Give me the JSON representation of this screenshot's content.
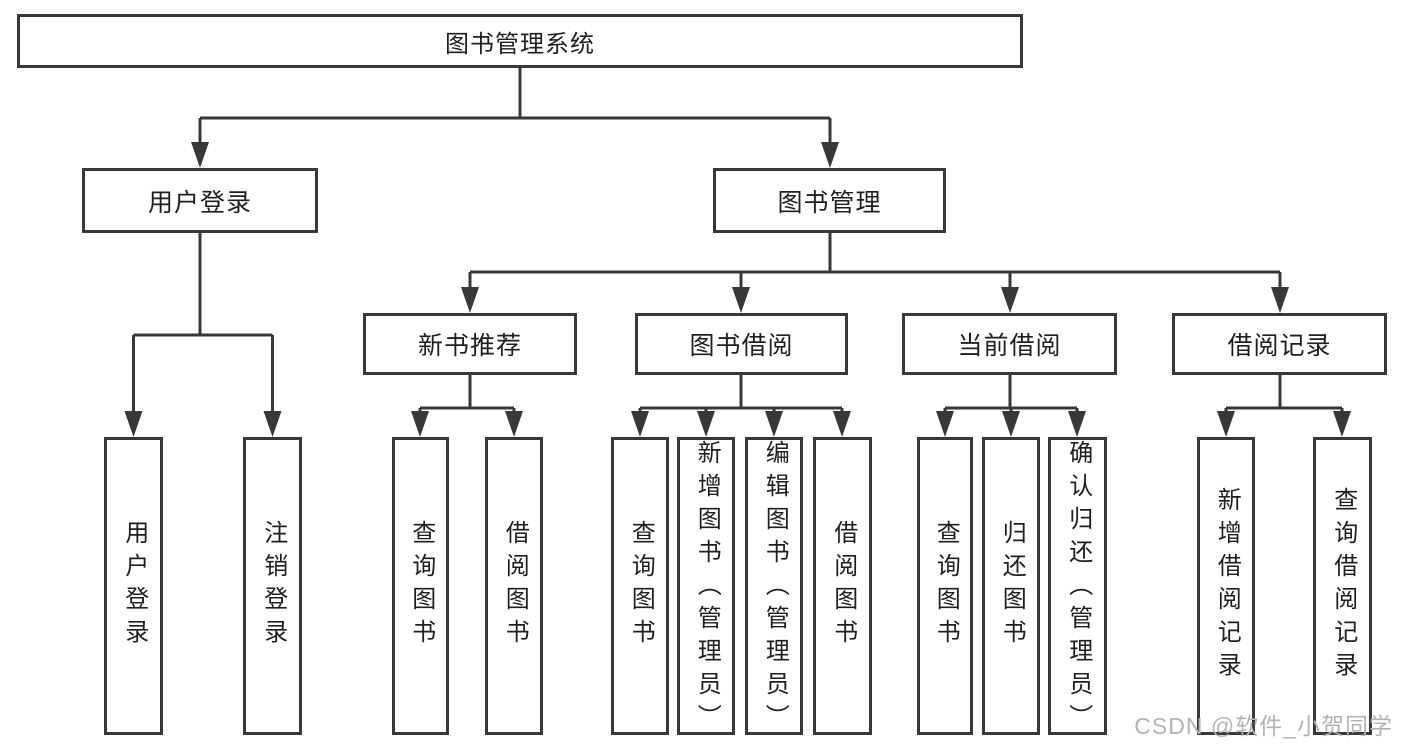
{
  "colors": {
    "line": "#383838",
    "border": "#383838",
    "text": "#1f1f1f",
    "watermark": "#b3b3b3",
    "background": "#ffffff"
  },
  "root": {
    "label": "图书管理系统"
  },
  "level2": {
    "user_login": {
      "label": "用户登录"
    },
    "book_management": {
      "label": "图书管理"
    }
  },
  "level3": {
    "new_book_recommend": {
      "label": "新书推荐"
    },
    "book_borrow": {
      "label": "图书借阅"
    },
    "current_borrow": {
      "label": "当前借阅"
    },
    "borrow_records": {
      "label": "借阅记录"
    }
  },
  "leaves": {
    "user_login": [
      "用户登录",
      "注销登录"
    ],
    "new_book_recommend": [
      "查询图书",
      "借阅图书"
    ],
    "book_borrow": [
      "查询图书",
      "新增图书（管理员）",
      "编辑图书（管理员）",
      "借阅图书"
    ],
    "current_borrow": [
      "查询图书",
      "归还图书",
      "确认归还（管理员）"
    ],
    "borrow_records": [
      "新增借阅记录",
      "查询借阅记录"
    ]
  },
  "watermark": {
    "text": "CSDN @软件_小贺同学"
  }
}
